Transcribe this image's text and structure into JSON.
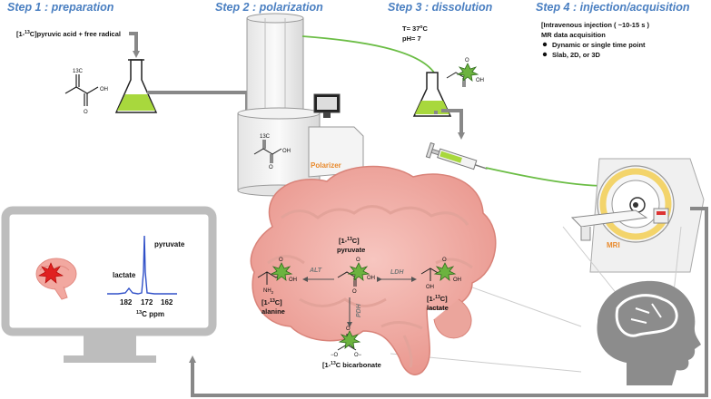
{
  "steps": {
    "step1": "Step 1 : preparation",
    "step2": "Step 2 : polarization",
    "step3": "Step 3 : dissolution",
    "step4": "Step 4 : injection/acquisition"
  },
  "preparation": {
    "label_pre": "[1-",
    "label_sup": "13",
    "label_post": "C]pyruvic acid + free radical",
    "atom_label": "13C",
    "oh": "OH",
    "o": "O"
  },
  "polarizer": {
    "label": "Polarizer",
    "atom_label": "13C",
    "oh": "OH",
    "o": "O"
  },
  "dissolution": {
    "temperature_pre": "T= 37",
    "temperature_sup": "o",
    "temperature_post": "C",
    "ph": "pH= 7",
    "oh": "OH",
    "o": "O"
  },
  "injection": {
    "line1": "[Intravenous injection ( ~10-15 s )",
    "line2": "MR data acquisition",
    "bullet1": "Dynamic or single time point",
    "bullet2": "Slab, 2D, or 3D"
  },
  "mri": {
    "label": "MRI"
  },
  "metabolism": {
    "pyruvate_line1_pre": "[1-",
    "pyruvate_line1_sup": "13",
    "pyruvate_line1_post": "C]",
    "pyruvate_line2": "pyruvate",
    "lactate_line1_pre": "[1-",
    "lactate_line1_sup": "13",
    "lactate_line1_post": "C]",
    "lactate_line2": "lactate",
    "alanine_line1_pre": "[1-",
    "alanine_line1_sup": "13",
    "alanine_line1_post": "C]",
    "alanine_line2": "alanine",
    "bicarbonate_pre": "[1-",
    "bicarbonate_sup": "13",
    "bicarbonate_post": "C bicarbonate",
    "enzyme_alt": "ALT",
    "enzyme_ldh": "LDH",
    "enzyme_pdh": "PDH",
    "o": "O",
    "oh": "OH",
    "nh2": "NH",
    "nh2_sub": "2",
    "o_minus": "O",
    "minus": "−"
  },
  "spectrum": {
    "pyruvate": "pyruvate",
    "lactate": "lactate",
    "tick1": "182",
    "tick2": "172",
    "tick3": "162",
    "axis_sup": "13",
    "axis_post": "C ppm"
  }
}
